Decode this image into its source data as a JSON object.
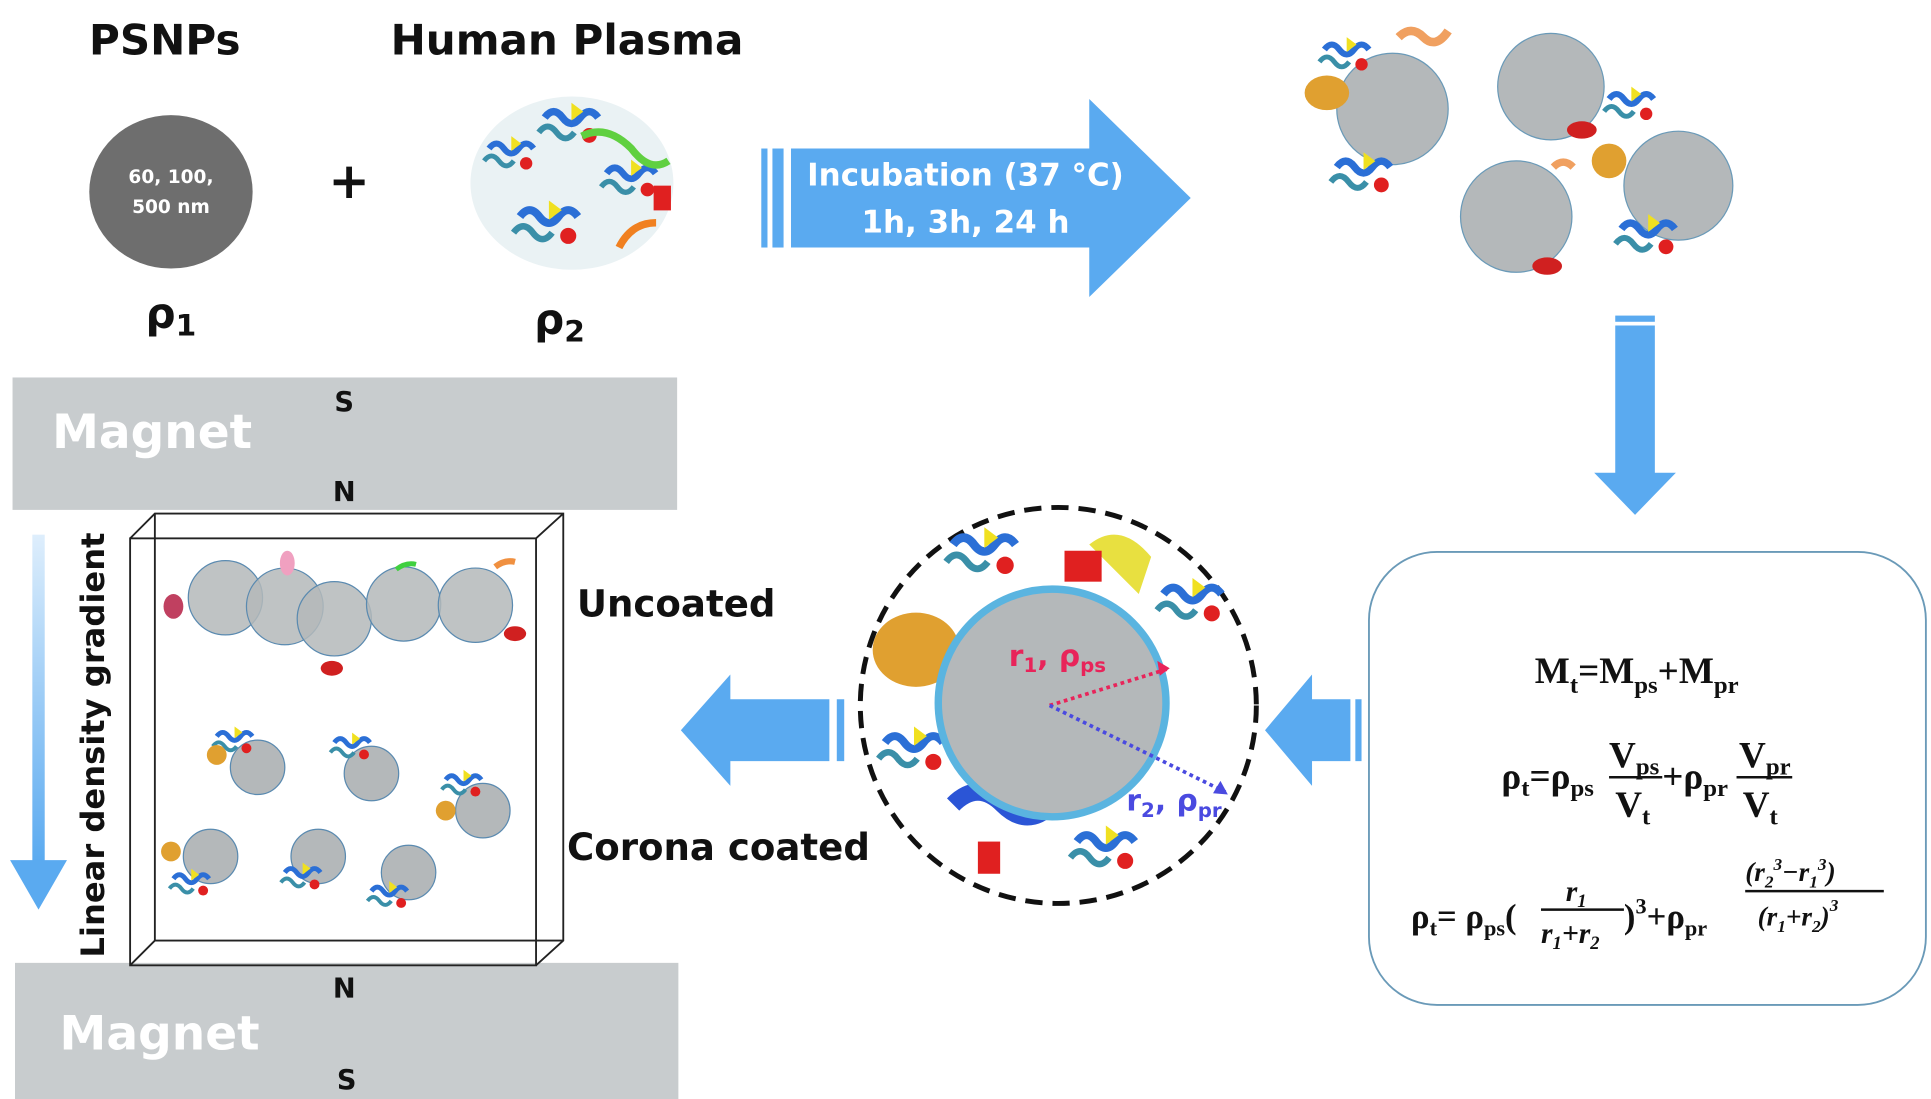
{
  "top": {
    "psnps_label": "PSNPs",
    "plasma_label": "Human Plasma",
    "particle_sizes_line1": "60, 100,",
    "particle_sizes_line2": "500 nm",
    "plus": "+",
    "rho1_base": "ρ",
    "rho1_sub": "1",
    "rho2_base": "ρ",
    "rho2_sub": "2"
  },
  "incubation": {
    "line1": "Incubation (37 °C)",
    "line2": "1h, 3h, 24 h"
  },
  "magnets": {
    "top": {
      "label": "Magnet",
      "pole_top": "S",
      "pole_bottom": "N"
    },
    "bottom": {
      "label": "Magnet",
      "pole_top": "N",
      "pole_bottom": "S"
    }
  },
  "gradient_label": "Linear density gradient",
  "labels": {
    "uncoated": "Uncoated",
    "corona_coated": "Corona coated"
  },
  "corona": {
    "r1": "r",
    "r1_sub": "1",
    "rho_ps": "ρ",
    "rho_ps_sub": "ps",
    "r2": "r",
    "r2_sub": "2",
    "rho_pr": "ρ",
    "rho_pr_sub": "pr",
    "r1_color": "#e8245a",
    "r2_color": "#4a4ae0"
  },
  "formulas": {
    "eq1": {
      "M": "M",
      "t": "t",
      "eq": "=",
      "ps": "ps",
      "plus": "+",
      "pr": "pr"
    },
    "eq2": {
      "rho": "ρ",
      "t": "t",
      "eq": "=",
      "ps": "ps",
      "V": "V",
      "plus": "+",
      "pr": "pr"
    },
    "eq3": {
      "rho": "ρ",
      "t": "t",
      "eq": "= ",
      "ps": "ps",
      "r": "r",
      "one": "1",
      "two": "2",
      "three": "3",
      "plus": "+",
      "minus": "−",
      "pr": "pr",
      "lp": "(",
      "rp": ")"
    }
  },
  "colors": {
    "arrow_blue": "#5aaaf0",
    "magnet_gray": "#c8ccce",
    "particle_dark": "#6e6e6e",
    "particle_light": "#b4b8ba",
    "corona_ring": "#5ab4e0"
  }
}
